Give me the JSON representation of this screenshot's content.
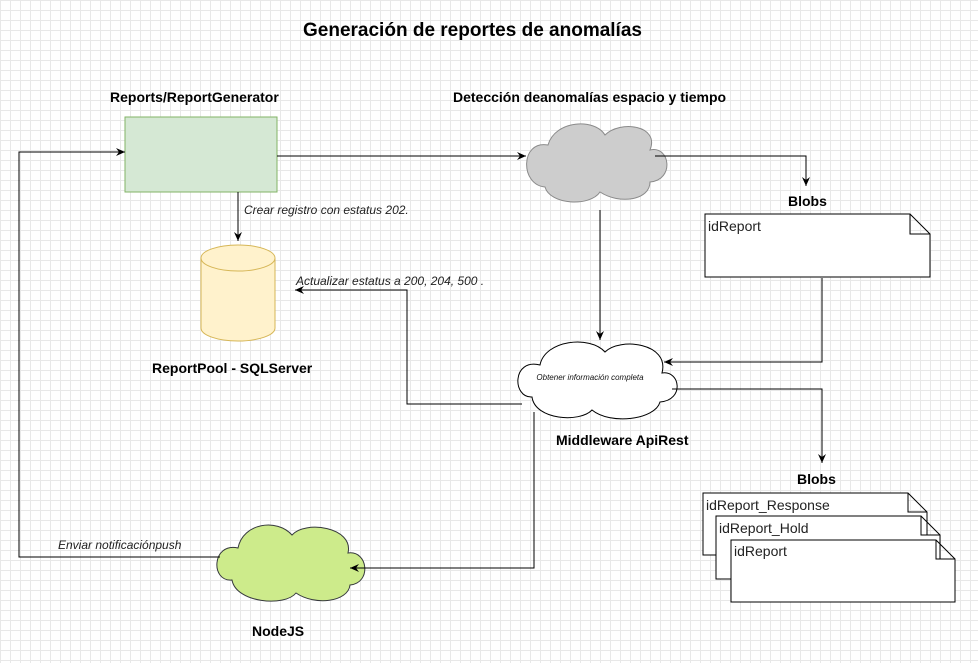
{
  "title": "Generación de reportes de anomalías",
  "nodes": {
    "report_generator": {
      "label": "Reports/ReportGenerator"
    },
    "anomaly_detection": {
      "label": "Detección deanomalías espacio y tiempo"
    },
    "blobs_top": {
      "label": "Blobs",
      "doc": "idReport"
    },
    "report_pool": {
      "label": "ReportPool - SQLServer"
    },
    "middleware": {
      "label": "Middleware ApiRest",
      "inner_text": "Obtener información completa"
    },
    "blobs_bottom": {
      "label": "Blobs",
      "docs": [
        "idReport_Response",
        "idReport_Hold",
        "idReport"
      ]
    },
    "nodejs": {
      "label": "NodeJS"
    }
  },
  "edges": {
    "create_record": "Crear registro con estatus 202.",
    "update_status": "Actualizar estatus a 200, 204, 500 .",
    "send_notification": "Enviar notificaciónpush"
  },
  "colors": {
    "green_box_fill": "#d5e8d4",
    "green_box_stroke": "#82b366",
    "db_fill": "#fff2cc",
    "db_stroke": "#d6b656",
    "gray_cloud": "#cdcdcd",
    "nodejs_cloud": "#cdeb8b",
    "nodejs_stroke": "#36393d"
  }
}
